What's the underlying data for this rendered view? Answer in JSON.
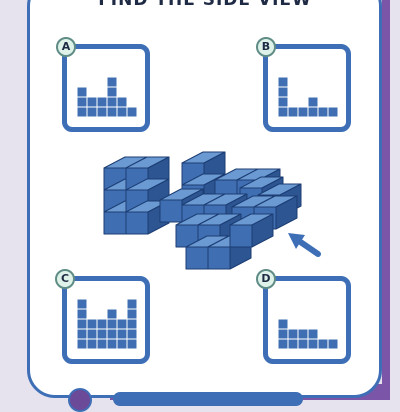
{
  "title": "FIND THE SIDE VIEW",
  "options": [
    {
      "label": "A",
      "columns": [
        3,
        2,
        2,
        4,
        2,
        1
      ]
    },
    {
      "label": "B",
      "columns": [
        4,
        1,
        1,
        2,
        1,
        1
      ]
    },
    {
      "label": "C",
      "columns": [
        5,
        3,
        3,
        4,
        3,
        5
      ]
    },
    {
      "label": "D",
      "columns": [
        3,
        2,
        2,
        2,
        1,
        1
      ]
    }
  ],
  "colors": {
    "cube_front": "#3f6fb2",
    "cube_top": "#6b9ad3",
    "cube_side": "#2d5592",
    "frame": "#3e6fb6",
    "accent": "#7b55a8"
  },
  "icons": {
    "pointer": "arrow-pointer-icon"
  }
}
